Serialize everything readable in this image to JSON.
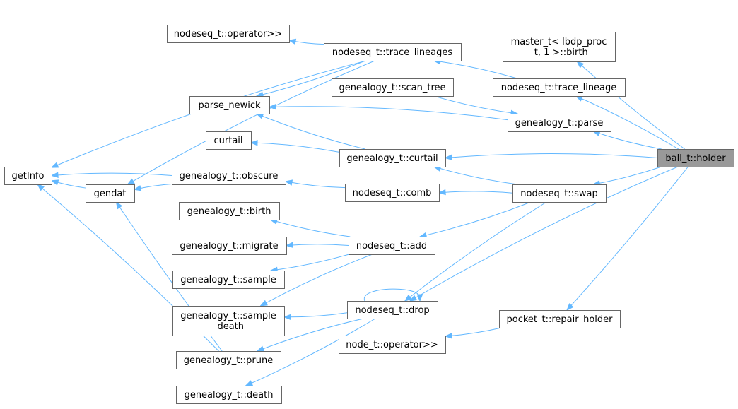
{
  "graph": {
    "title": "ball_t::holder caller graph",
    "colors": {
      "edge": "#63b8ff",
      "node_border": "#666666",
      "root_fill": "#999999",
      "node_fill": "#ffffff"
    },
    "nodes": [
      {
        "id": "holder",
        "lines": [
          "ball_t::holder"
        ],
        "root": true
      },
      {
        "id": "master_birth",
        "lines": [
          "master_t< lbdp_proc",
          "_t, 1 >::birth"
        ]
      },
      {
        "id": "trace_lineage",
        "lines": [
          "nodeseq_t::trace_lineage"
        ]
      },
      {
        "id": "trace_lineages",
        "lines": [
          "nodeseq_t::trace_lineages"
        ]
      },
      {
        "id": "nodeseq_op",
        "lines": [
          "nodeseq_t::operator>>"
        ]
      },
      {
        "id": "scan_tree",
        "lines": [
          "genealogy_t::scan_tree"
        ]
      },
      {
        "id": "g_parse",
        "lines": [
          "genealogy_t::parse"
        ]
      },
      {
        "id": "parse_newick",
        "lines": [
          "parse_newick"
        ]
      },
      {
        "id": "curtail",
        "lines": [
          "curtail"
        ]
      },
      {
        "id": "g_curtail",
        "lines": [
          "genealogy_t::curtail"
        ]
      },
      {
        "id": "getInfo",
        "lines": [
          "getInfo"
        ]
      },
      {
        "id": "gendat",
        "lines": [
          "gendat"
        ]
      },
      {
        "id": "g_obscure",
        "lines": [
          "genealogy_t::obscure"
        ]
      },
      {
        "id": "n_comb",
        "lines": [
          "nodeseq_t::comb"
        ]
      },
      {
        "id": "n_swap",
        "lines": [
          "nodeseq_t::swap"
        ]
      },
      {
        "id": "g_birth",
        "lines": [
          "genealogy_t::birth"
        ]
      },
      {
        "id": "n_add",
        "lines": [
          "nodeseq_t::add"
        ]
      },
      {
        "id": "g_migrate",
        "lines": [
          "genealogy_t::migrate"
        ]
      },
      {
        "id": "g_sample",
        "lines": [
          "genealogy_t::sample"
        ]
      },
      {
        "id": "g_sample_death",
        "lines": [
          "genealogy_t::sample",
          "_death"
        ]
      },
      {
        "id": "n_drop",
        "lines": [
          "nodeseq_t::drop"
        ]
      },
      {
        "id": "pocket_repair",
        "lines": [
          "pocket_t::repair_holder"
        ]
      },
      {
        "id": "node_op",
        "lines": [
          "node_t::operator>>"
        ]
      },
      {
        "id": "g_prune",
        "lines": [
          "genealogy_t::prune"
        ]
      },
      {
        "id": "g_death",
        "lines": [
          "genealogy_t::death"
        ]
      }
    ],
    "edges": [
      {
        "from": "master_birth",
        "to": "holder"
      },
      {
        "from": "trace_lineage",
        "to": "holder"
      },
      {
        "from": "g_parse",
        "to": "holder"
      },
      {
        "from": "g_curtail",
        "to": "holder"
      },
      {
        "from": "n_swap",
        "to": "holder"
      },
      {
        "from": "n_drop",
        "to": "holder"
      },
      {
        "from": "pocket_repair",
        "to": "holder"
      },
      {
        "from": "trace_lineages",
        "to": "trace_lineage"
      },
      {
        "from": "nodeseq_op",
        "to": "trace_lineages"
      },
      {
        "from": "getInfo",
        "to": "trace_lineages"
      },
      {
        "from": "parse_newick",
        "to": "trace_lineages"
      },
      {
        "from": "gendat",
        "to": "trace_lineages"
      },
      {
        "from": "g_parse",
        "to": "scan_tree"
      },
      {
        "from": "parse_newick",
        "to": "g_parse"
      },
      {
        "from": "parse_newick",
        "to": "g_curtail"
      },
      {
        "from": "curtail",
        "to": "g_curtail"
      },
      {
        "from": "g_curtail",
        "to": "n_swap"
      },
      {
        "from": "getInfo",
        "to": "g_obscure"
      },
      {
        "from": "getInfo",
        "to": "gendat"
      },
      {
        "from": "gendat",
        "to": "g_obscure"
      },
      {
        "from": "g_obscure",
        "to": "n_comb"
      },
      {
        "from": "n_comb",
        "to": "n_swap"
      },
      {
        "from": "n_add",
        "to": "n_swap"
      },
      {
        "from": "n_drop",
        "to": "n_swap"
      },
      {
        "from": "g_birth",
        "to": "n_add"
      },
      {
        "from": "g_migrate",
        "to": "n_add"
      },
      {
        "from": "g_sample",
        "to": "n_add"
      },
      {
        "from": "g_sample_death",
        "to": "n_add"
      },
      {
        "from": "g_sample_death",
        "to": "n_drop"
      },
      {
        "from": "g_prune",
        "to": "n_drop"
      },
      {
        "from": "g_death",
        "to": "n_drop"
      },
      {
        "from": "n_drop",
        "to": "n_drop"
      },
      {
        "from": "node_op",
        "to": "pocket_repair"
      },
      {
        "from": "getInfo",
        "to": "g_prune"
      },
      {
        "from": "gendat",
        "to": "g_prune"
      }
    ]
  }
}
